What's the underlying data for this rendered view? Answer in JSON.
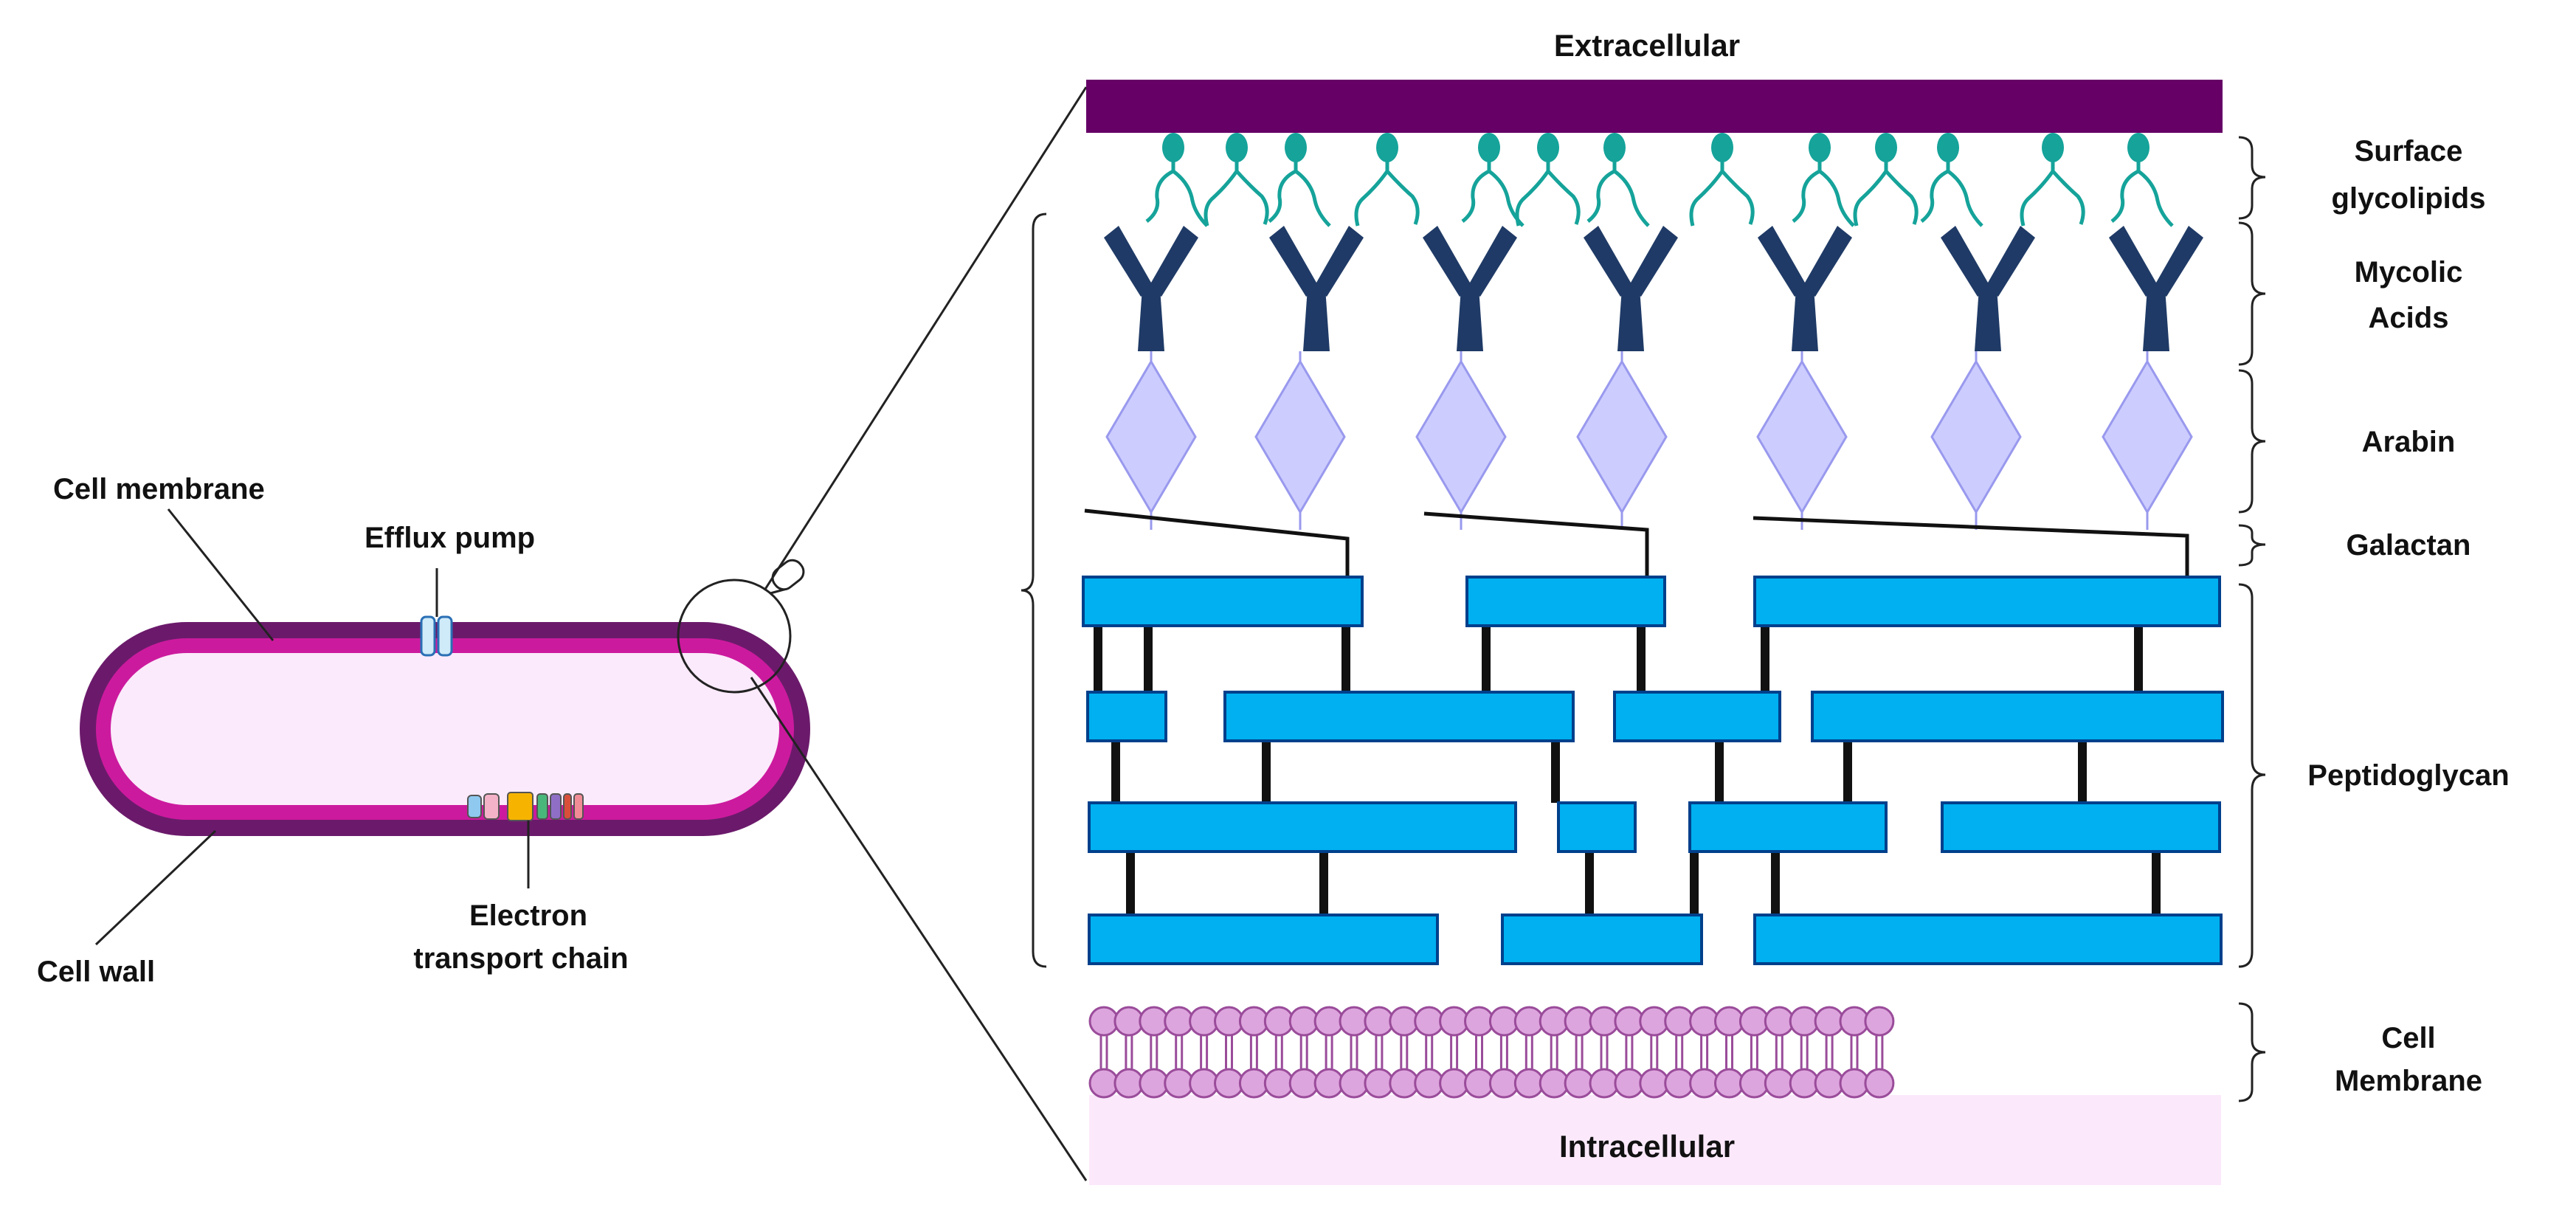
{
  "cell_overview": {
    "cell_membrane_label": "Cell membrane",
    "efflux_pump_label": "Efflux pump",
    "cell_wall_label": "Cell wall",
    "etc_label_line1": "Electron",
    "etc_label_line2": "transport chain"
  },
  "envelope": {
    "top_label": "Extracellular",
    "bottom_label": "Intracellular",
    "layers": [
      {
        "key": "surface_glycolipids",
        "line1": "Surface",
        "line2": "glycolipids"
      },
      {
        "key": "mycolic_acids",
        "line1": "Mycolic",
        "line2": "Acids"
      },
      {
        "key": "arabin",
        "line1": "Arabin"
      },
      {
        "key": "galactan",
        "line1": "Galactan"
      },
      {
        "key": "peptidoglycan",
        "line1": "Peptidoglycan"
      },
      {
        "key": "cell_membrane",
        "line1": "Cell",
        "line2": "Membrane"
      }
    ]
  },
  "colors": {
    "outer_membrane": "#660066",
    "cell_wall": "#6b1a6b",
    "inner_membrane": "#cc1a9e",
    "cytoplasm": "#fbeafb",
    "glycolipid": "#15a39a",
    "mycolic_acid": "#1f3a66",
    "arabin": "#ccccff",
    "arabin_stroke": "#9999ee",
    "peptidoglycan": "#00b0f0",
    "peptidoglycan_stroke": "#00408c",
    "lipid_head": "#dda5dd",
    "lipid_stroke": "#9a4c9a",
    "intracellular_fill": "#fbe9fb"
  },
  "icons": [
    "magnifier-icon",
    "efflux-pump-icon",
    "etc-protein-icon",
    "bracket-icon"
  ]
}
